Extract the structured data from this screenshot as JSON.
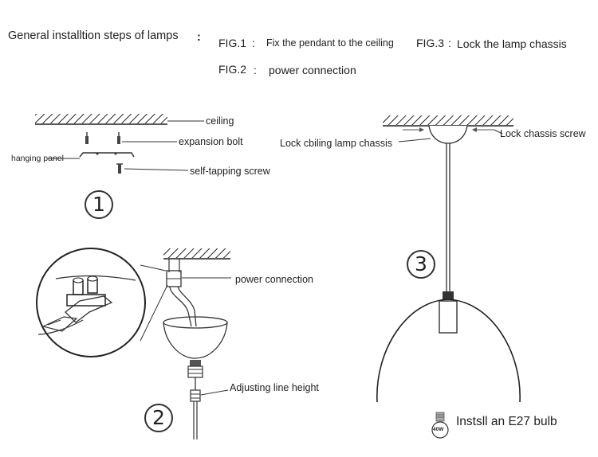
{
  "header": {
    "title": "General installtion steps of lamps",
    "colon": ":",
    "fig1_label": "FIG.1",
    "fig1_sep": ":",
    "fig1_text": "Fix the pendant to the ceiling",
    "fig2_label": "FIG.2",
    "fig2_sep": ":",
    "fig2_text": "power connection",
    "fig3_label": "FIG.3",
    "fig3_sep": ":",
    "fig3_text": "Lock the lamp chassis"
  },
  "figure1": {
    "number": "1",
    "ceiling": "ceiling",
    "expansion_bolt": "expansion bolt",
    "hanging_panel": "hanging panel",
    "self_tapping_screw": "self-tapping screw"
  },
  "figure2": {
    "number": "2",
    "power_connection": "power connection",
    "adjusting_line_height": "Adjusting line height"
  },
  "figure3": {
    "number": "3",
    "lock_ceiling_chassis": "Lock cbiling lamp chassis",
    "lock_chassis_screw": "Lock chassis screw",
    "bulb_note": "Instsll an E27 bulb",
    "bulb_watt": "40W"
  }
}
